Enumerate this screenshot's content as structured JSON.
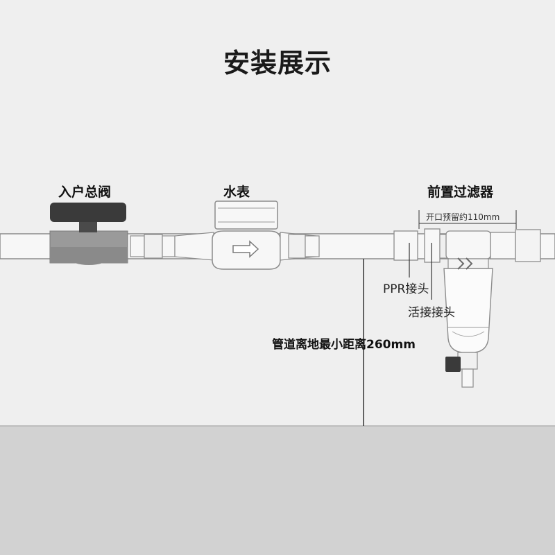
{
  "title": "安装展示",
  "labels": {
    "main_valve": "入户总阀",
    "water_meter": "水表",
    "prefilter": "前置过滤器",
    "opening_reserve": "开口预留约110mm",
    "ppr_joint": "PPR接头",
    "union_joint": "活接接头",
    "floor_distance": "管道离地最小距离260mm"
  },
  "colors": {
    "background": "#efefef",
    "floor": "#d2d2d2",
    "pipe_fill": "#f7f7f7",
    "pipe_stroke": "#8c8c8c",
    "valve_body": "#9a9a9a",
    "valve_handle": "#3a3a3a",
    "line": "#333333"
  }
}
